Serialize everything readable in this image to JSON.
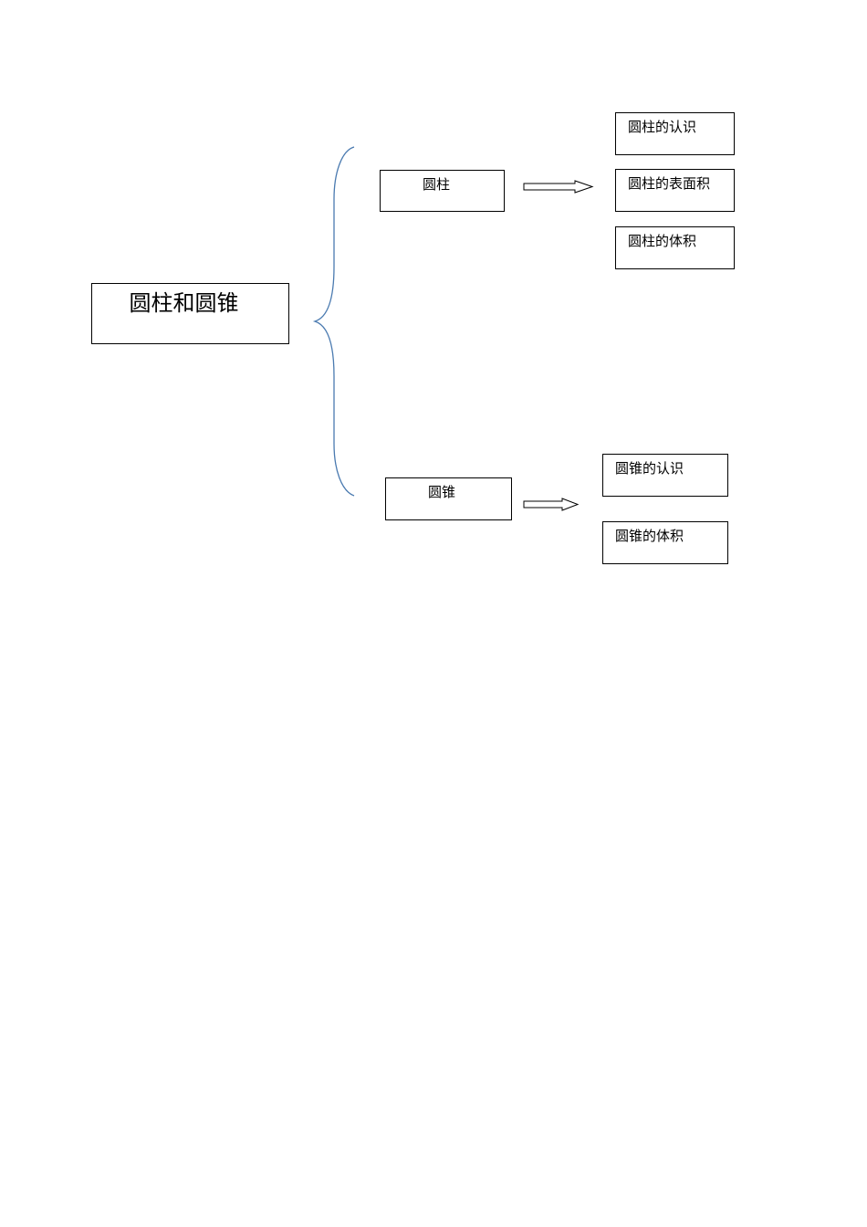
{
  "root": {
    "label": "圆柱和圆锥"
  },
  "branches": [
    {
      "label": "圆柱",
      "children": [
        "圆柱的认识",
        "圆柱的表面积",
        "圆柱的体积"
      ]
    },
    {
      "label": "圆锥",
      "children": [
        "圆锥的认识",
        "圆锥的体积"
      ]
    }
  ],
  "colors": {
    "brace": "#4a7ab0",
    "border": "#000000",
    "arrow": "#000000"
  }
}
